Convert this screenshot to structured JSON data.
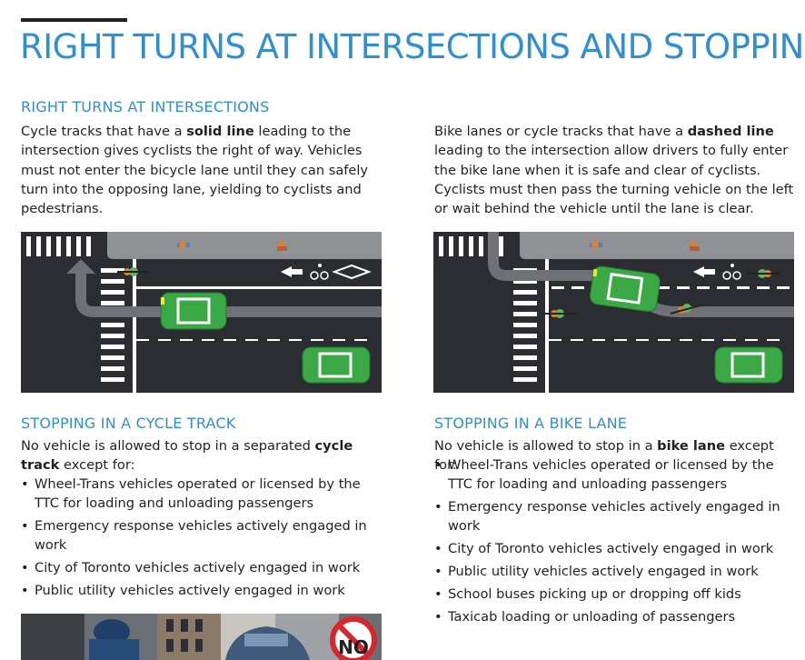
{
  "title": "RIGHT TURNS AT INTERSECTIONS AND STOPPING",
  "left": {
    "heading": "RIGHT TURNS AT INTERSECTIONS",
    "para_before": "Cycle tracks that have a ",
    "para_bold": "solid line",
    "para_after": " leading to the intersection gives cyclists the right of way. Vehicles must not enter the bicycle lane until they can safely turn into the opposing lane, yielding to cyclists and pedestrians.",
    "stop_heading": "STOPPING IN A CYCLE TRACK",
    "stop_before": "No vehicle is allowed to stop in a separated ",
    "stop_bold": "cycle track",
    "stop_after": " except for:",
    "bullets": [
      "Wheel-Trans vehicles operated or licensed by the TTC for loading and unloading passengers",
      "Emergency response vehicles actively engaged in work",
      "City of Toronto vehicles actively engaged in work",
      "Public utility vehicles actively engaged in work"
    ]
  },
  "right": {
    "para_before": "Bike lanes or cycle tracks that have a ",
    "para_bold": "dashed line",
    "para_after": " leading to the intersection allow drivers to fully enter the bike lane when it is safe and clear of cyclists. Cyclists must then pass the turning vehicle on the left or wait behind the vehicle until the lane is clear.",
    "stop_heading": "STOPPING IN A BIKE LANE",
    "stop_before": "No vehicle is allowed to stop in a ",
    "stop_bold": "bike lane",
    "stop_after": " except for:",
    "bullets": [
      "Wheel-Trans vehicles operated or licensed by the TTC for loading and unloading passengers",
      "Emergency response vehicles actively engaged in work",
      "City of Toronto vehicles actively engaged in work",
      "Public utility vehicles actively engaged in work",
      "School buses picking up or dropping off kids",
      "Taxicab loading or unloading of passengers"
    ]
  },
  "colors": {
    "heading_blue": "#2f8fcf",
    "road": "#2b2d33",
    "sidewalk": "#8f9195",
    "car_green": "#3aa845",
    "no_sign_red": "#d7262c"
  },
  "photo_sign_text": "NO"
}
